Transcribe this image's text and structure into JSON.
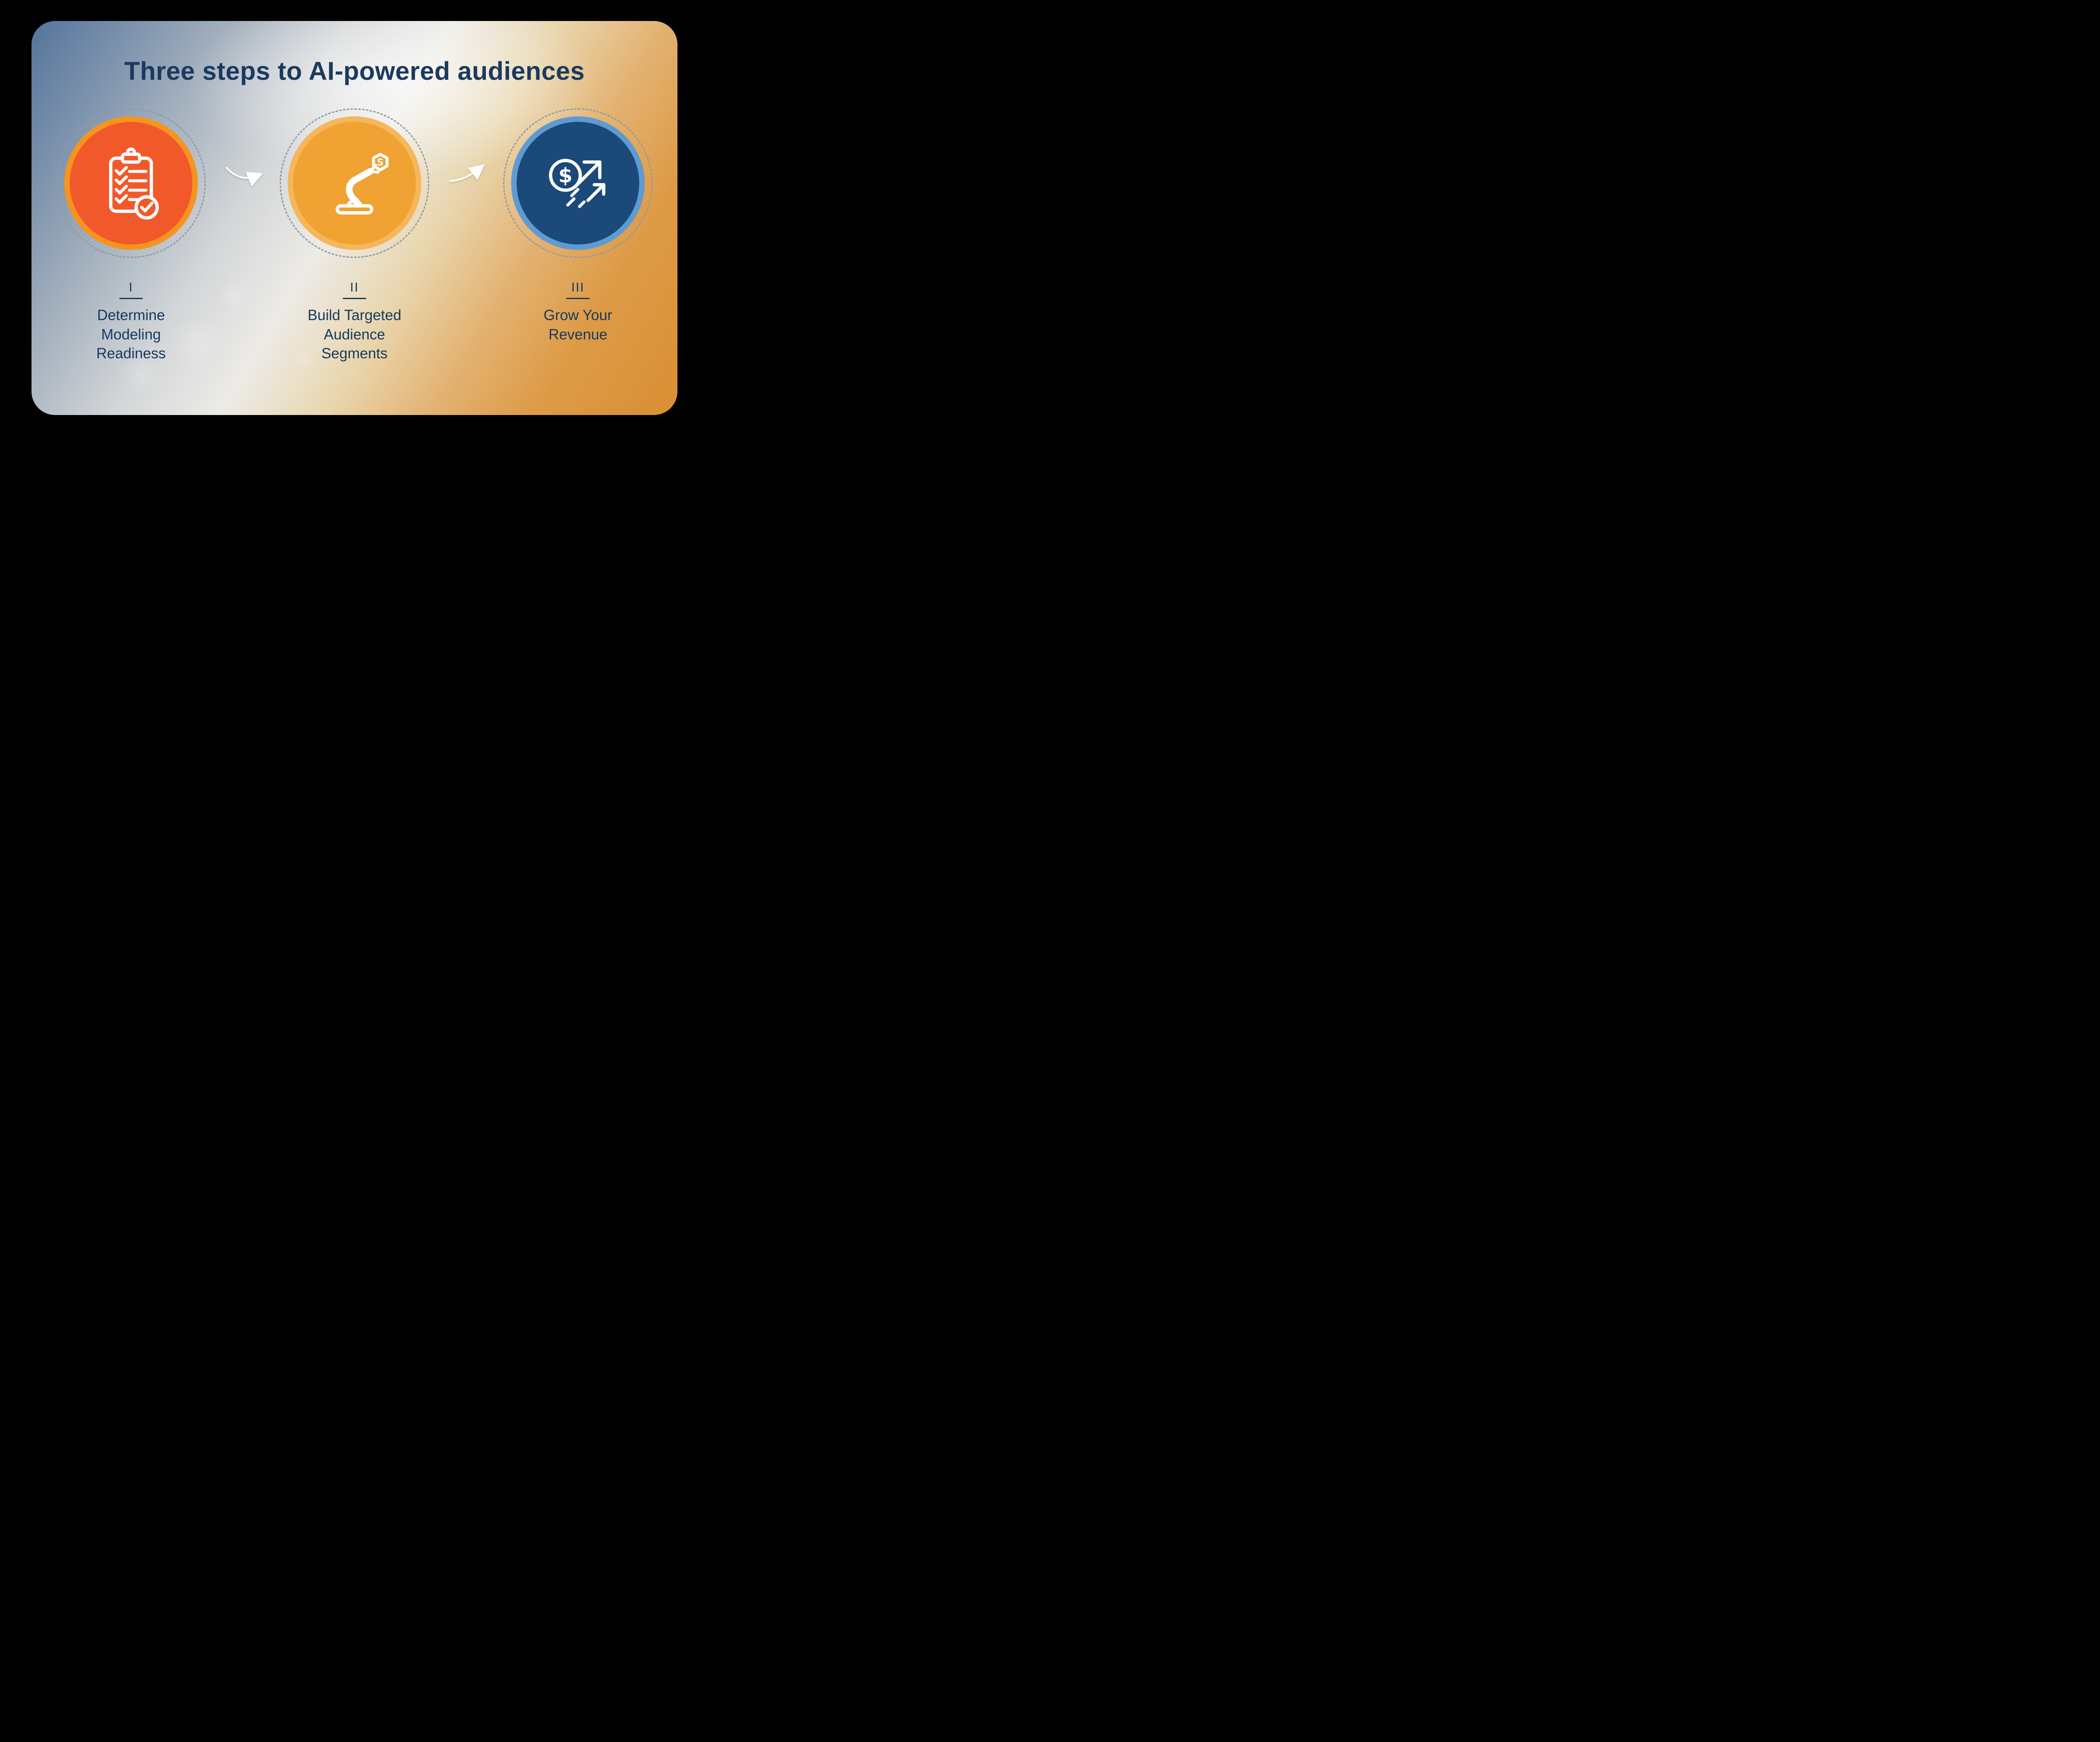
{
  "page": {
    "background_color": "#000000"
  },
  "card": {
    "title": "Three steps to AI-powered audiences",
    "title_color": "#1B3A5F",
    "gradient_colors": [
      "#54749C",
      "#EDEBE7",
      "#D98F35"
    ],
    "dashed_ring_color": "#8E9BA4",
    "arrow_color": "#FFFFFF",
    "text_color": "#16395D"
  },
  "steps": [
    {
      "numeral": "I",
      "label": "Determine\nModeling\nReadiness",
      "icon": "clipboard-checklist-icon",
      "circle_fill": "#F1592B",
      "ring_color": "#F7941E"
    },
    {
      "numeral": "II",
      "label": "Build Targeted\nAudience\nSegments",
      "icon": "robot-arm-icon",
      "circle_fill": "#F0A232",
      "ring_color": "#F5B65C"
    },
    {
      "numeral": "III",
      "label": "Grow Your\nRevenue",
      "icon": "money-growth-icon",
      "circle_fill": "#1B4A7A",
      "ring_color": "#5E9BD3"
    }
  ],
  "icon_labels": {
    "robot_hex_glyph": "S",
    "coin_glyph": "$"
  }
}
